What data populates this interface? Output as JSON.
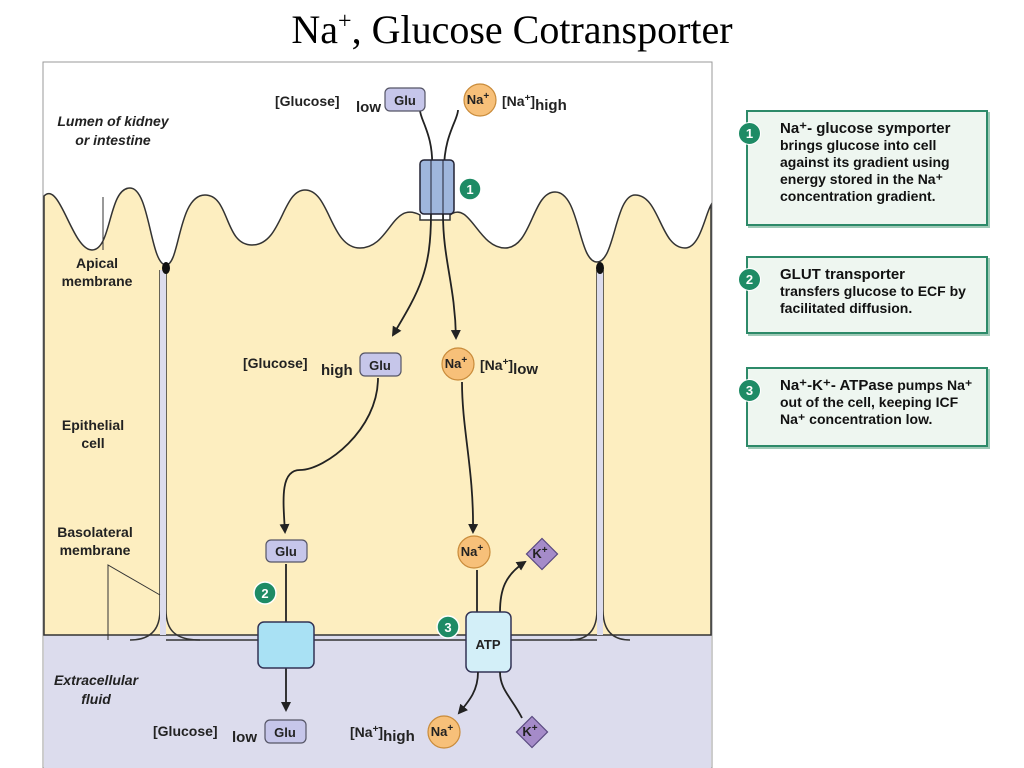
{
  "title": {
    "main": "Na",
    "sup": "+",
    "rest": ", Glucose Cotransporter"
  },
  "regions": {
    "lumen": [
      "Lumen of kidney",
      "or intestine"
    ],
    "apical": [
      "Apical",
      "membrane"
    ],
    "epithelial": [
      "Epithelial",
      "cell"
    ],
    "basolateral": [
      "Basolateral",
      "membrane"
    ],
    "ecf": [
      "Extracellular",
      "fluid"
    ]
  },
  "molecules": {
    "glu": "Glu",
    "na": "Na",
    "k": "K",
    "plus": "+",
    "atp": "ATP"
  },
  "gradients": {
    "glucose": "[Glucose]",
    "na_bracket_open": "[Na",
    "na_bracket_close": "]",
    "low": "low",
    "high": "high"
  },
  "steps": [
    {
      "num": "1",
      "head": "Na⁺- glucose symporter",
      "body": "brings glucose into cell against its gradient using energy stored in the Na⁺ concentration gradient."
    },
    {
      "num": "2",
      "head": "GLUT transporter",
      "body": "transfers glucose to ECF by facilitated diffusion."
    },
    {
      "num": "3",
      "head": "Na⁺-K⁺- ATPase",
      "body_after_head": " pumps Na⁺ out of the cell, keeping ICF Na⁺ concentration low."
    }
  ],
  "colors": {
    "lumen": "#ffffff",
    "cell": "#fdeec0",
    "ecf": "#dcdced",
    "glu_box": "#c6c6ea",
    "na_circle": "#f7c079",
    "k_diamond": "#a58bc9",
    "transporter1": "#9fb6dd",
    "transporter2": "#a9e1f4",
    "atpase": "#d3eff8",
    "step_badge": "#1e8b65",
    "note_border": "#2d8a69"
  }
}
